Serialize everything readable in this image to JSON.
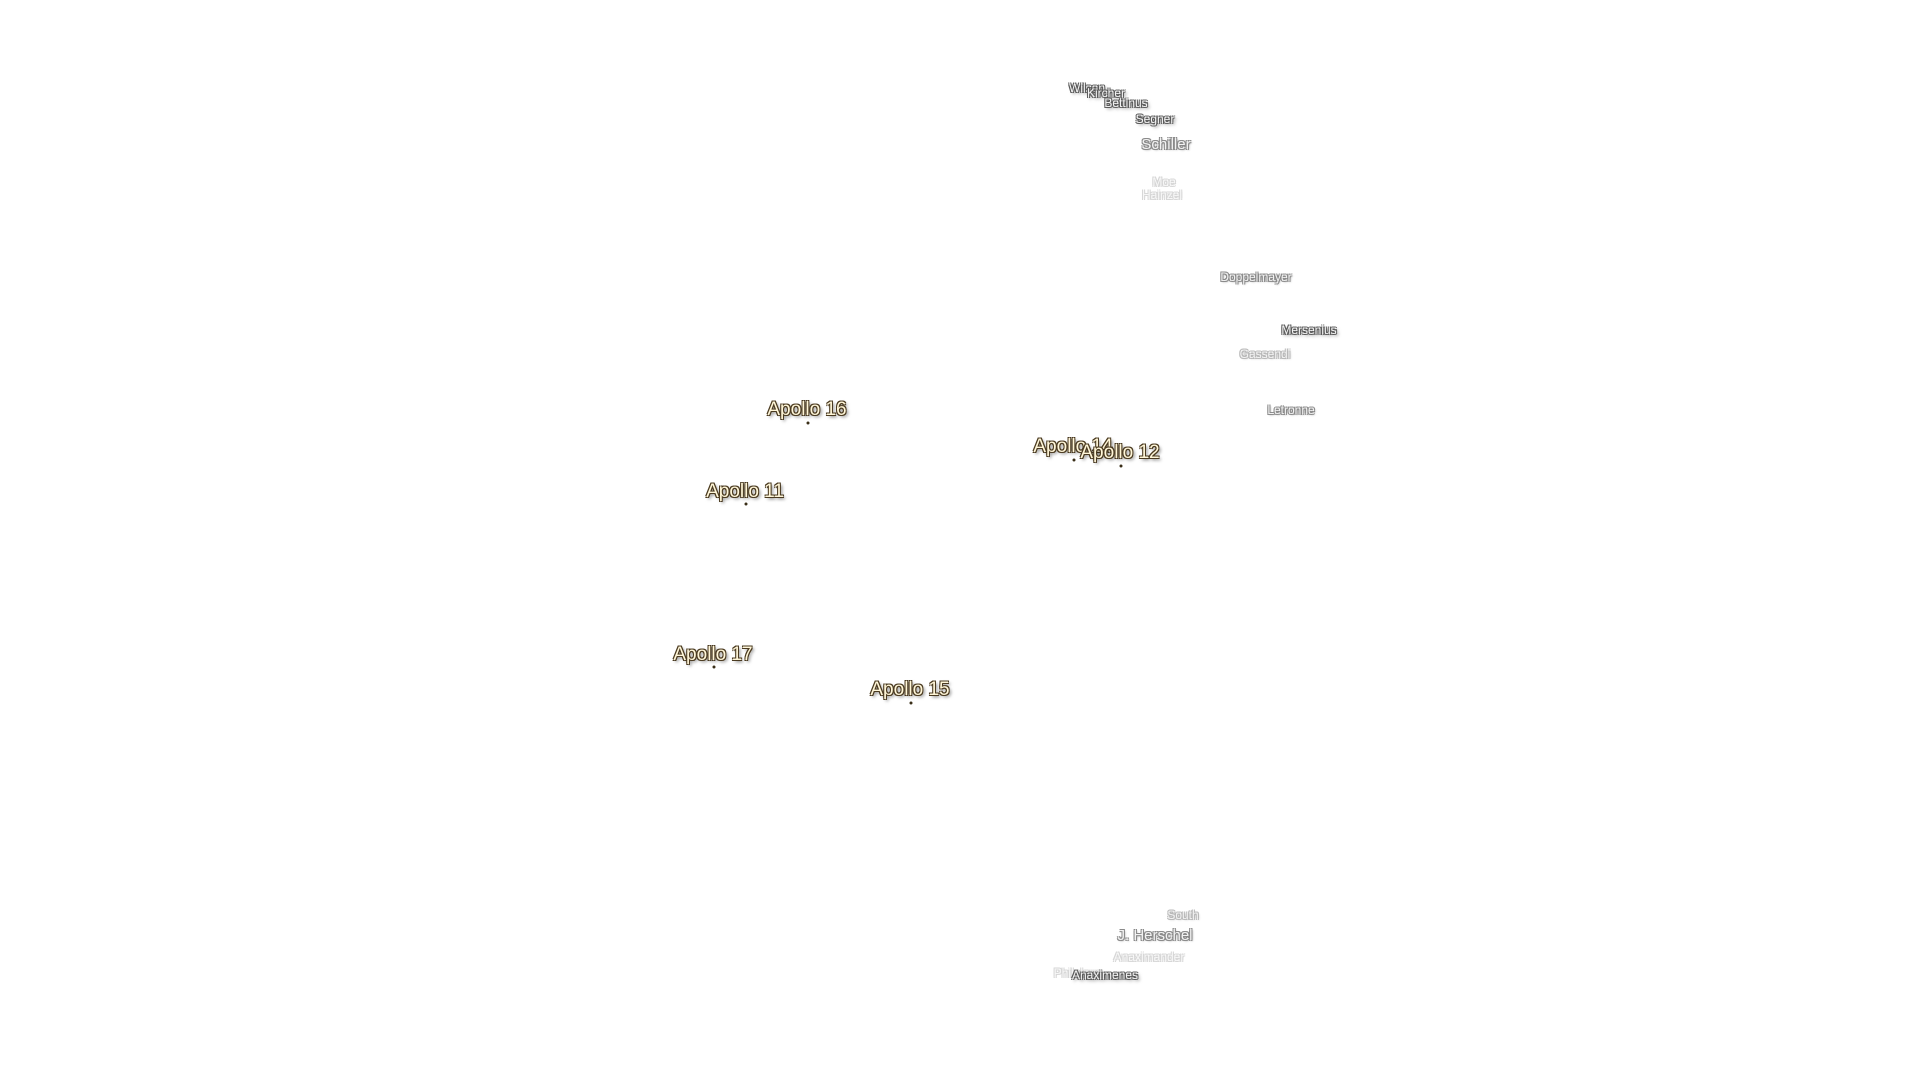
{
  "map": {
    "apollo_sites": [
      {
        "id": "apollo-16",
        "label": "Apollo 16"
      },
      {
        "id": "apollo-14",
        "label": "Apollo 14"
      },
      {
        "id": "apollo-12",
        "label": "Apollo 12"
      },
      {
        "id": "apollo-11",
        "label": "Apollo 11"
      },
      {
        "id": "apollo-17",
        "label": "Apollo 17"
      },
      {
        "id": "apollo-15",
        "label": "Apollo 15"
      }
    ],
    "features": {
      "wilson": "Wilson",
      "kircher": "Kircher",
      "bettinus": "Bettinus",
      "segner": "Segner",
      "schiller": "Schiller",
      "moe": "Moe",
      "hainzel": "Hainzel",
      "doppelmayer": "Doppelmayer",
      "mersenius": "Mersenius",
      "gassendi": "Gassendi",
      "letronne": "Letronne",
      "south": "South",
      "j_herschel": "J. Herschel",
      "anaximander": "Anaximander",
      "anaximenes": "Anaximenes",
      "philolaus": "Philolaus"
    }
  }
}
